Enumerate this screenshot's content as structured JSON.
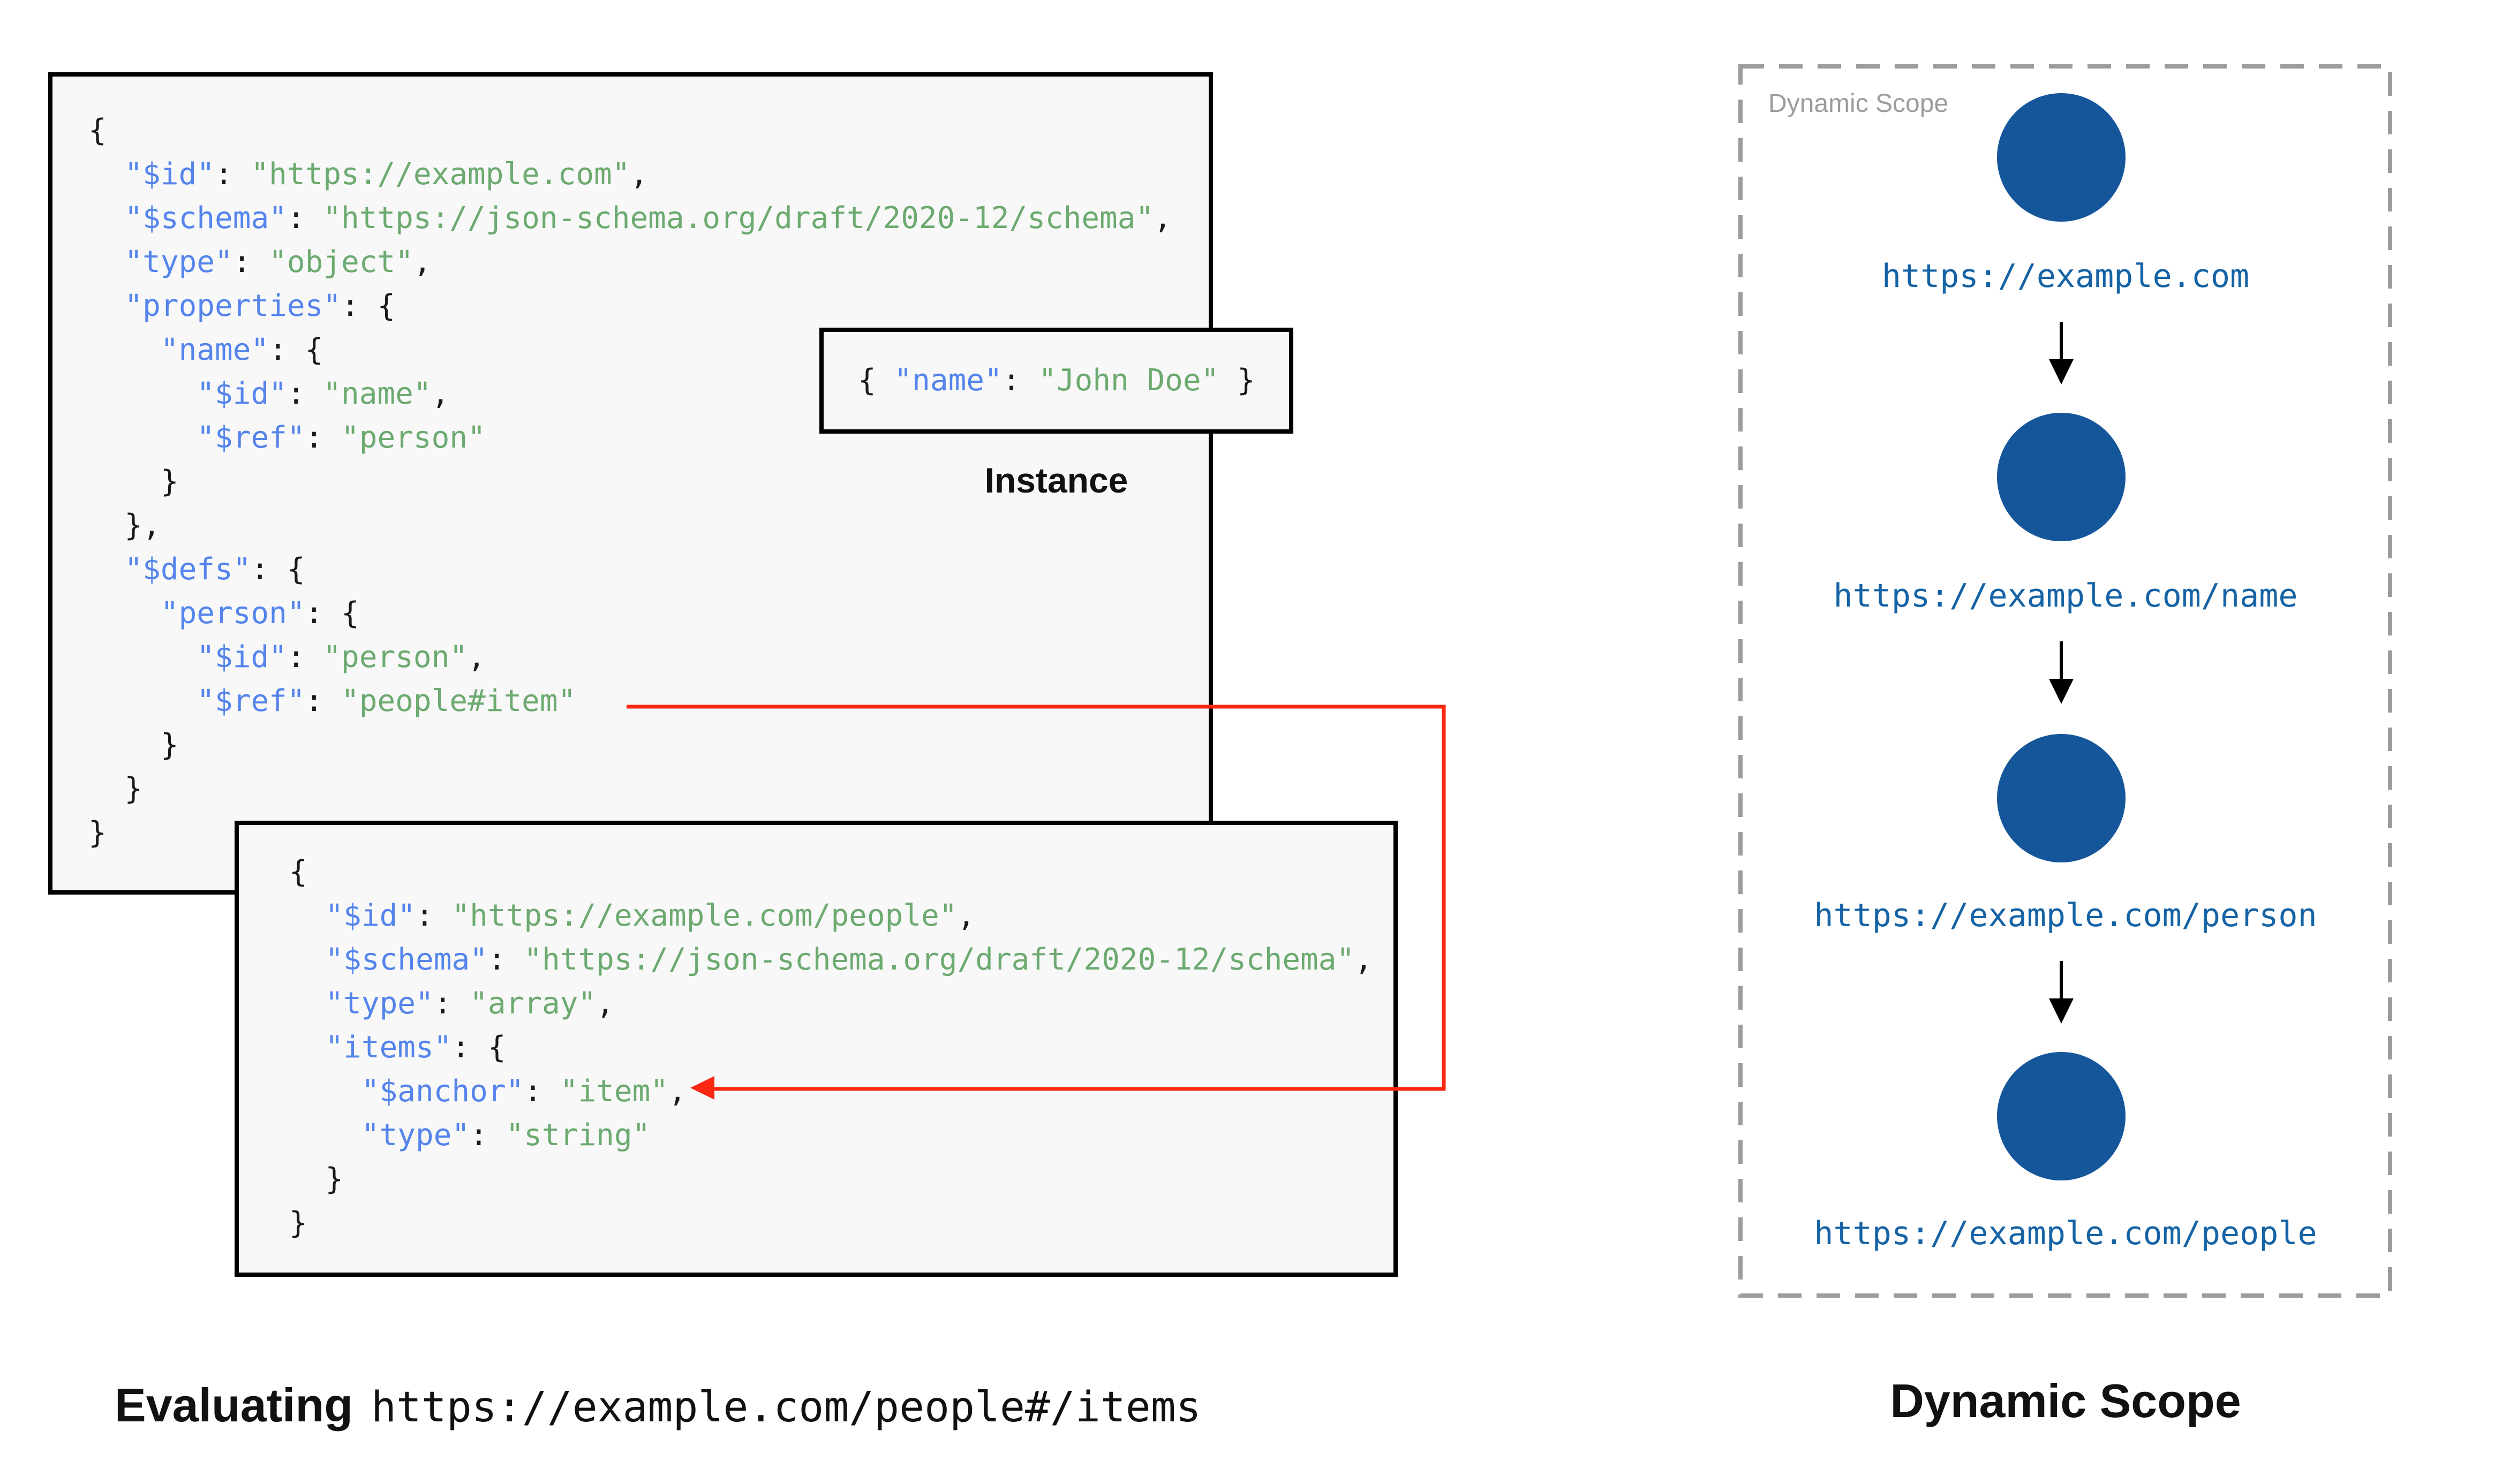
{
  "colors": {
    "key": "#5484ec",
    "string": "#6caa70",
    "punctuation": "#1a1a1a",
    "box_bg": "#f8f8f8",
    "box_border": "#000000",
    "red_arrow": "#fb2711",
    "circle_fill": "#15569b",
    "url_text": "#1563a5",
    "gray_label": "#9c9c9c"
  },
  "schema_box_1": {
    "lines": [
      "{",
      "  \"$id\": \"https://example.com\",",
      "  \"$schema\": \"https://json-schema.org/draft/2020-12/schema\",",
      "  \"type\": \"object\",",
      "  \"properties\": {",
      "    \"name\": {",
      "      \"$id\": \"name\",",
      "      \"$ref\": \"person\"",
      "    }",
      "  },",
      "  \"$defs\": {",
      "    \"person\": {",
      "      \"$id\": \"person\",",
      "      \"$ref\": \"people#item\"",
      "    }",
      "  }",
      "}"
    ]
  },
  "instance_box": {
    "lines": [
      "{ \"name\": \"John Doe\" }"
    ],
    "label": "Instance"
  },
  "schema_box_2": {
    "lines": [
      "{",
      "  \"$id\": \"https://example.com/people\",",
      "  \"$schema\": \"https://json-schema.org/draft/2020-12/schema\",",
      "  \"type\": \"array\",",
      "  \"items\": {",
      "    \"$anchor\": \"item\",",
      "    \"type\": \"string\"",
      "  }",
      "}"
    ]
  },
  "dynamic_scope_panel": {
    "title": "Dynamic Scope",
    "nodes": [
      {
        "url": "https://example.com"
      },
      {
        "url": "https://example.com/name"
      },
      {
        "url": "https://example.com/person"
      },
      {
        "url": "https://example.com/people"
      }
    ]
  },
  "footer": {
    "evaluating_label": "Evaluating",
    "evaluating_target": "https://example.com/people#/items",
    "dynamic_scope_label": "Dynamic Scope"
  }
}
